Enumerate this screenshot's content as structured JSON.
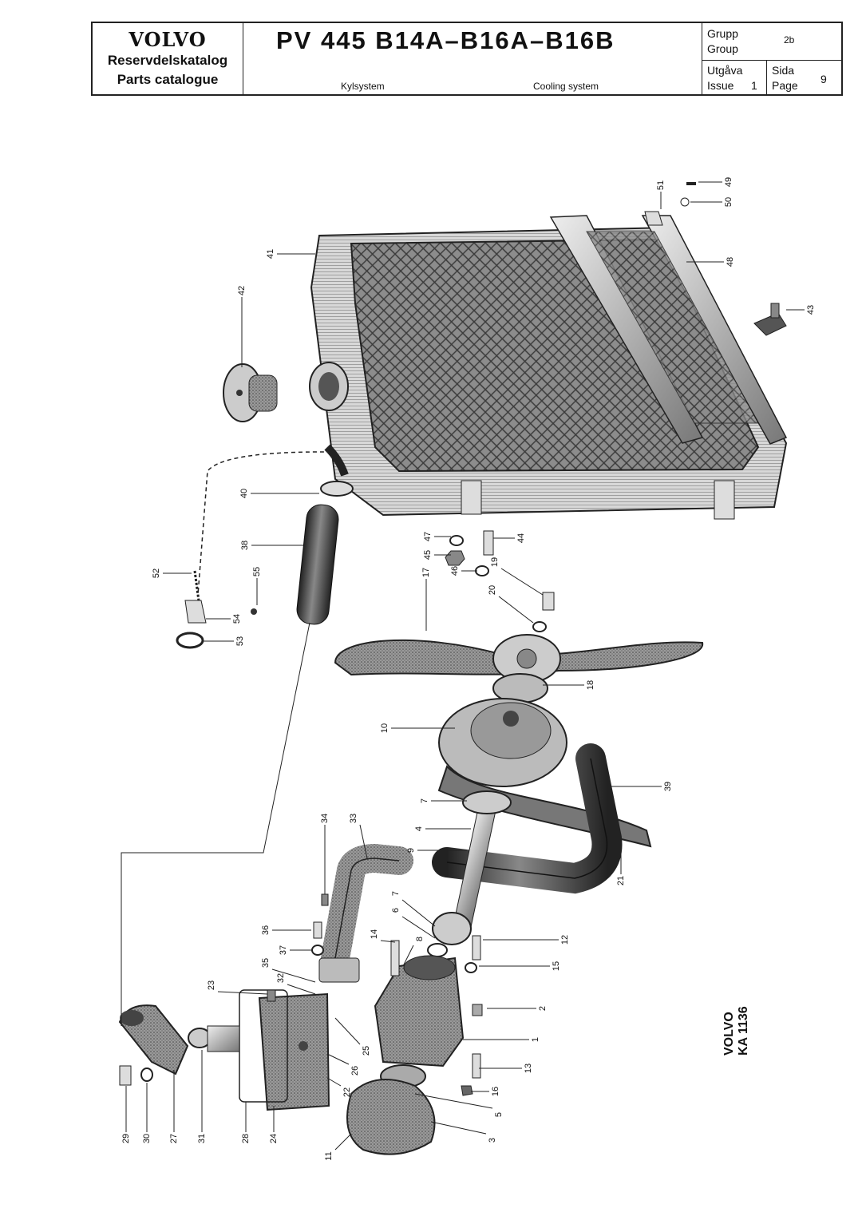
{
  "header": {
    "brand": "VOLVO",
    "catalog_sv": "Reservdelskatalog",
    "catalog_en": "Parts catalogue",
    "model": "PV 445  B14A–B16A–B16B",
    "subtitle_sv": "Kylsystem",
    "subtitle_en": "Cooling system",
    "group_label_sv": "Grupp",
    "group_label_en": "Group",
    "group_value": "2b",
    "issue_label_sv": "Utgåva",
    "issue_label_en": "Issue",
    "issue_value": "1",
    "page_label_sv": "Sida",
    "page_label_en": "Page",
    "page_value": "9"
  },
  "footer_code": {
    "brand": "VOLVO",
    "code": "KA 1136"
  },
  "parts": [
    {
      "id": "p1",
      "num": "1"
    },
    {
      "id": "p2",
      "num": "2"
    },
    {
      "id": "p3",
      "num": "3"
    },
    {
      "id": "p4",
      "num": "4"
    },
    {
      "id": "p5",
      "num": "5"
    },
    {
      "id": "p6",
      "num": "6"
    },
    {
      "id": "p7a",
      "num": "7"
    },
    {
      "id": "p7b",
      "num": "7"
    },
    {
      "id": "p8",
      "num": "8"
    },
    {
      "id": "p9",
      "num": "9"
    },
    {
      "id": "p10",
      "num": "10"
    },
    {
      "id": "p11",
      "num": "11"
    },
    {
      "id": "p12",
      "num": "12"
    },
    {
      "id": "p13",
      "num": "13"
    },
    {
      "id": "p14",
      "num": "14"
    },
    {
      "id": "p15",
      "num": "15"
    },
    {
      "id": "p16",
      "num": "16"
    },
    {
      "id": "p17",
      "num": "17"
    },
    {
      "id": "p18",
      "num": "18"
    },
    {
      "id": "p19",
      "num": "19"
    },
    {
      "id": "p20",
      "num": "20"
    },
    {
      "id": "p21",
      "num": "21"
    },
    {
      "id": "p22",
      "num": "22"
    },
    {
      "id": "p23",
      "num": "23"
    },
    {
      "id": "p24",
      "num": "24"
    },
    {
      "id": "p25",
      "num": "25"
    },
    {
      "id": "p26",
      "num": "26"
    },
    {
      "id": "p27",
      "num": "27"
    },
    {
      "id": "p28",
      "num": "28"
    },
    {
      "id": "p29",
      "num": "29"
    },
    {
      "id": "p30",
      "num": "30"
    },
    {
      "id": "p31",
      "num": "31"
    },
    {
      "id": "p32",
      "num": "32"
    },
    {
      "id": "p33",
      "num": "33"
    },
    {
      "id": "p34",
      "num": "34"
    },
    {
      "id": "p35",
      "num": "35"
    },
    {
      "id": "p36",
      "num": "36"
    },
    {
      "id": "p37",
      "num": "37"
    },
    {
      "id": "p38",
      "num": "38"
    },
    {
      "id": "p39",
      "num": "39"
    },
    {
      "id": "p40",
      "num": "40"
    },
    {
      "id": "p41",
      "num": "41"
    },
    {
      "id": "p42",
      "num": "42"
    },
    {
      "id": "p43",
      "num": "43"
    },
    {
      "id": "p44",
      "num": "44"
    },
    {
      "id": "p45",
      "num": "45"
    },
    {
      "id": "p46",
      "num": "46"
    },
    {
      "id": "p47",
      "num": "47"
    },
    {
      "id": "p48",
      "num": "48"
    },
    {
      "id": "p49",
      "num": "49"
    },
    {
      "id": "p50",
      "num": "50"
    },
    {
      "id": "p51",
      "num": "51"
    },
    {
      "id": "p52",
      "num": "52"
    },
    {
      "id": "p53",
      "num": "53"
    },
    {
      "id": "p54",
      "num": "54"
    },
    {
      "id": "p55",
      "num": "55"
    }
  ]
}
